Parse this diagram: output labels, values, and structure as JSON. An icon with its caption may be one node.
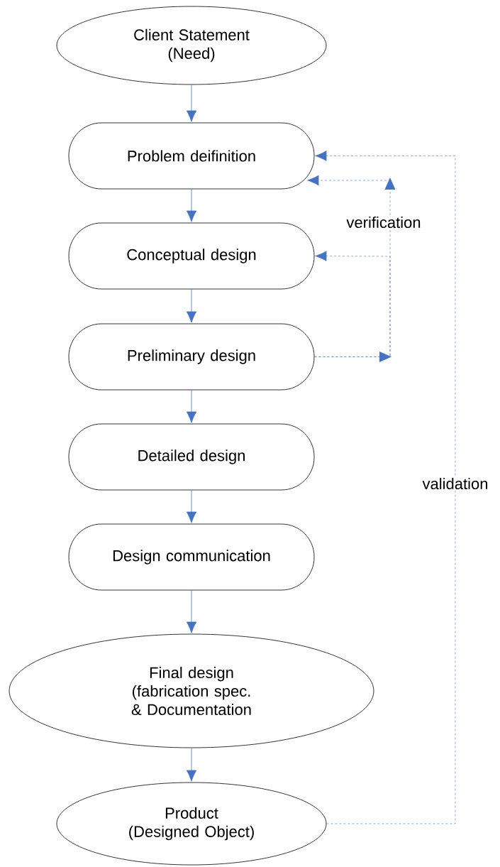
{
  "diagram": {
    "nodes": [
      {
        "text": [
          "Client Statement (Need)"
        ]
      },
      {
        "text": [
          "Problem deifinition"
        ]
      },
      {
        "text": [
          "Conceptual design"
        ]
      },
      {
        "text": [
          "Preliminary design"
        ]
      },
      {
        "text": [
          "Detailed design"
        ]
      },
      {
        "text": [
          "Design communication"
        ]
      },
      {
        "text": [
          "Final design (fabrication spec. & Documentation"
        ]
      },
      {
        "text": [
          "Product (Designed Object)"
        ]
      }
    ],
    "edges": [
      {
        "from": 0,
        "to": 1,
        "arrow": "to"
      },
      {
        "from": 1,
        "to": 2,
        "arrow": "to"
      },
      {
        "from": 2,
        "to": 3,
        "arrow": "to"
      },
      {
        "from": 3,
        "to": 4,
        "arrow": "to"
      },
      {
        "from": 4,
        "to": 5,
        "arrow": "to"
      },
      {
        "from": 5,
        "to": 6,
        "arrow": "to"
      },
      {
        "from": 6,
        "to": 7,
        "arrow": "to"
      },
      {
        "from": 3,
        "to": 1,
        "arrow": "to",
        "style": "dashed",
        "label": "verification"
      },
      {
        "from": 3,
        "to": 2,
        "arrow": "to",
        "style": "dashed"
      },
      {
        "from": 7,
        "to": 1,
        "arrow": "to",
        "style": "dashed",
        "label": "validation"
      }
    ]
  }
}
